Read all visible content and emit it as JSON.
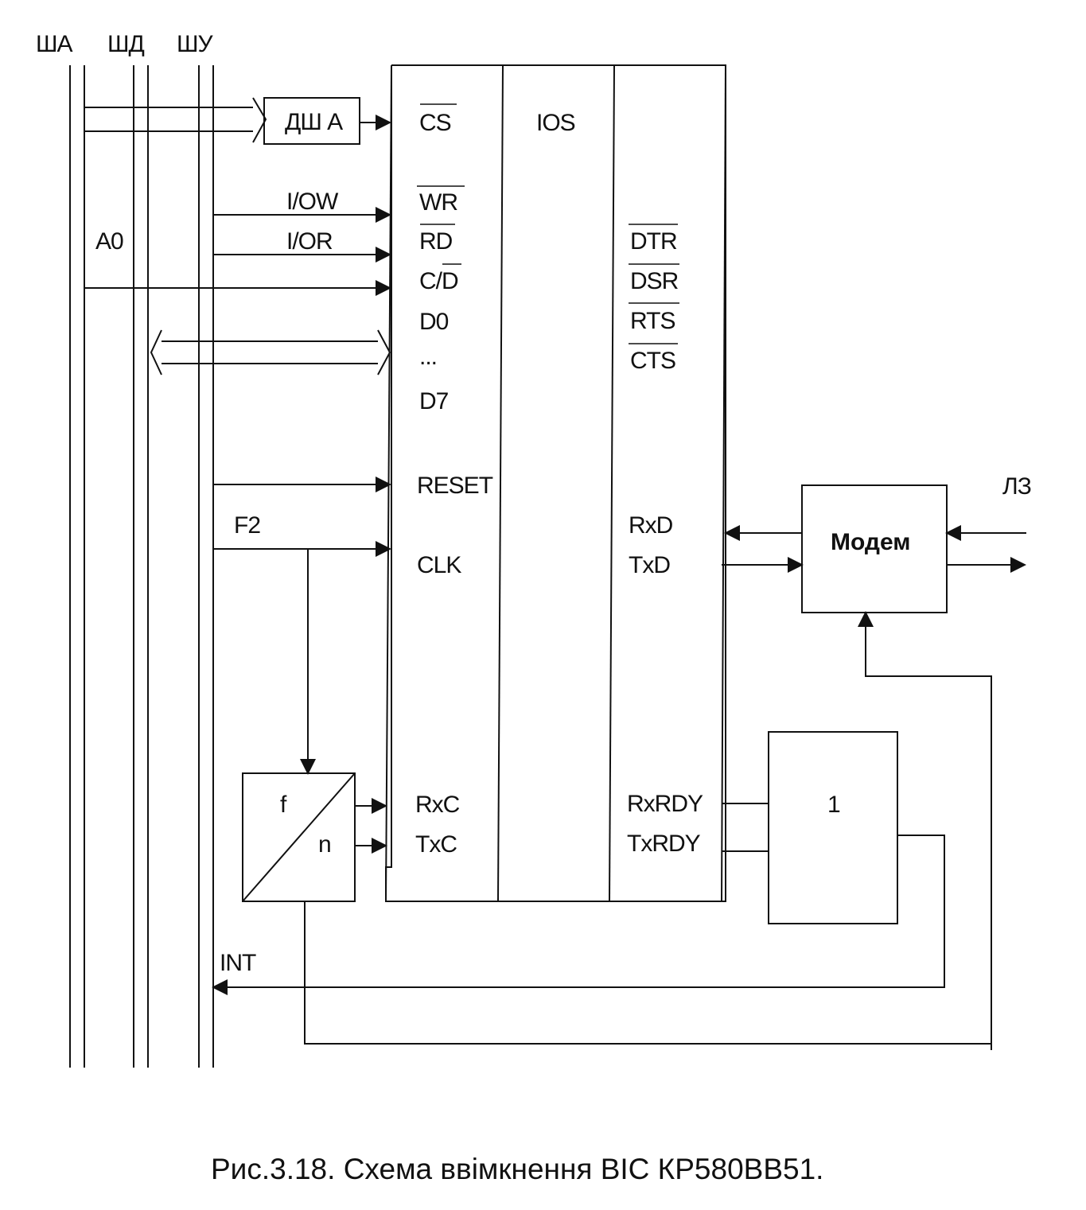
{
  "buses": {
    "address": "ША",
    "data": "ШД",
    "control": "ШУ",
    "a0": "А0"
  },
  "decoder": {
    "label": "ДШ А"
  },
  "signals": {
    "iow": "I/OW",
    "ior": "I/OR",
    "f2": "F2",
    "int": "INT",
    "line": "ЛЗ"
  },
  "chip": {
    "ios": "IOS",
    "left_pins": {
      "cs": "CS",
      "wr": "WR",
      "rd": "RD",
      "cd": "C/D",
      "d0": "D0",
      "dots": "...",
      "d7": "D7",
      "reset": "RESET",
      "clk": "CLK",
      "rxc": "RxC",
      "txc": "TxC"
    },
    "right_pins": {
      "dtr": "DTR",
      "dsr": "DSR",
      "rts": "RTS",
      "cts": "CTS",
      "rxd": "RxD",
      "txd": "TxD",
      "rxrdy": "RxRDY",
      "txrdy": "TxRDY"
    }
  },
  "modem": {
    "label": "Модем"
  },
  "divider": {
    "f": "f",
    "n": "n"
  },
  "or_gate": {
    "label": "1"
  },
  "caption": "Рис.3.18. Схема ввімкнення ВІС КР580ВВ51."
}
